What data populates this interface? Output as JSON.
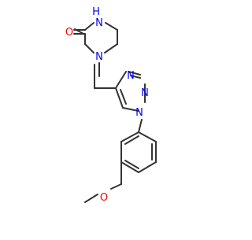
{
  "molecule": {
    "atom_labels": {
      "n_amide_h": "H",
      "n_amide_n": "N",
      "o_carbonyl": "O",
      "n_piperazine": "N",
      "n_triazole_1": "N",
      "n_triazole_2": "N",
      "n_triazole_3": "N",
      "o_ether": "O"
    },
    "colors": {
      "bond": "#333333",
      "nitrogen": "#0000ff",
      "oxygen": "#ff0000"
    }
  }
}
